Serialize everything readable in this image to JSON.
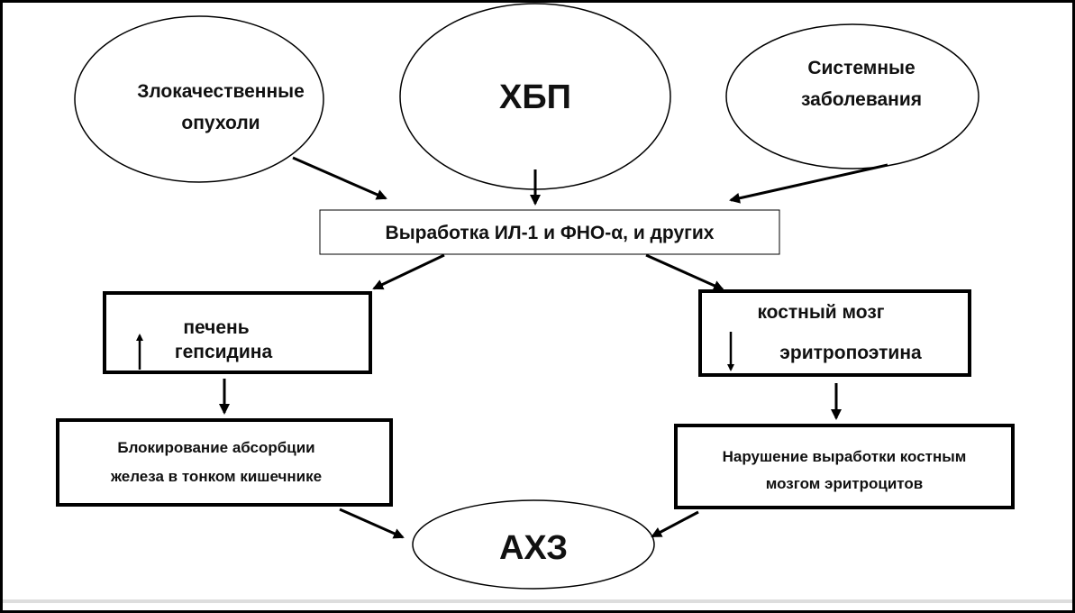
{
  "nodes": {
    "malignant": [
      "Злокачественные",
      "опухоли"
    ],
    "ckd": "ХБП",
    "systemic": [
      "Системные",
      "заболевания"
    ],
    "cytokines": "Выработка ИЛ-1 и ФНО-α, и других",
    "liver": [
      "печень",
      "гепсидина"
    ],
    "marrow": [
      "костный мозг",
      "эритропоэтина"
    ],
    "iron_block": [
      "Блокирование абсорбции",
      "железа в тонком кишечнике"
    ],
    "rbc_impair": [
      "Нарушение выработки костным",
      "мозгом эритроцитов"
    ],
    "acd": "АХЗ"
  }
}
